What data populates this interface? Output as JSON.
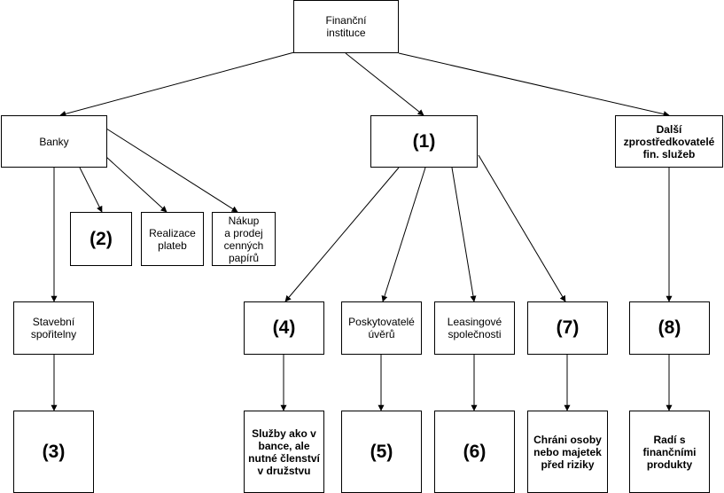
{
  "nodes": {
    "root": "Finanční\ninstituce",
    "banks": "Banky",
    "n1": "(1)",
    "other": "Další\nzprostředkovatelé\nfin. služeb",
    "n2": "(2)",
    "payments": "Realizace\nplateb",
    "securities": "Nákup\na prodej\ncenných\npapírů",
    "savings": "Stavební\nspořitelny",
    "n3": "(3)",
    "n4": "(4)",
    "lenders": "Poskytovatelé\núvěrů",
    "leasing": "Leasingové\nspolečnosti",
    "n7": "(7)",
    "n8": "(8)",
    "credit_union": "Služby ako v\nbance, ale\nnutné členství\nv družstvu",
    "n5": "(5)",
    "n6": "(6)",
    "insurance": "Chráni osoby\nnebo majetek\npřed riziky",
    "advisors": "Radí s\nfinančními\nprodukty"
  }
}
